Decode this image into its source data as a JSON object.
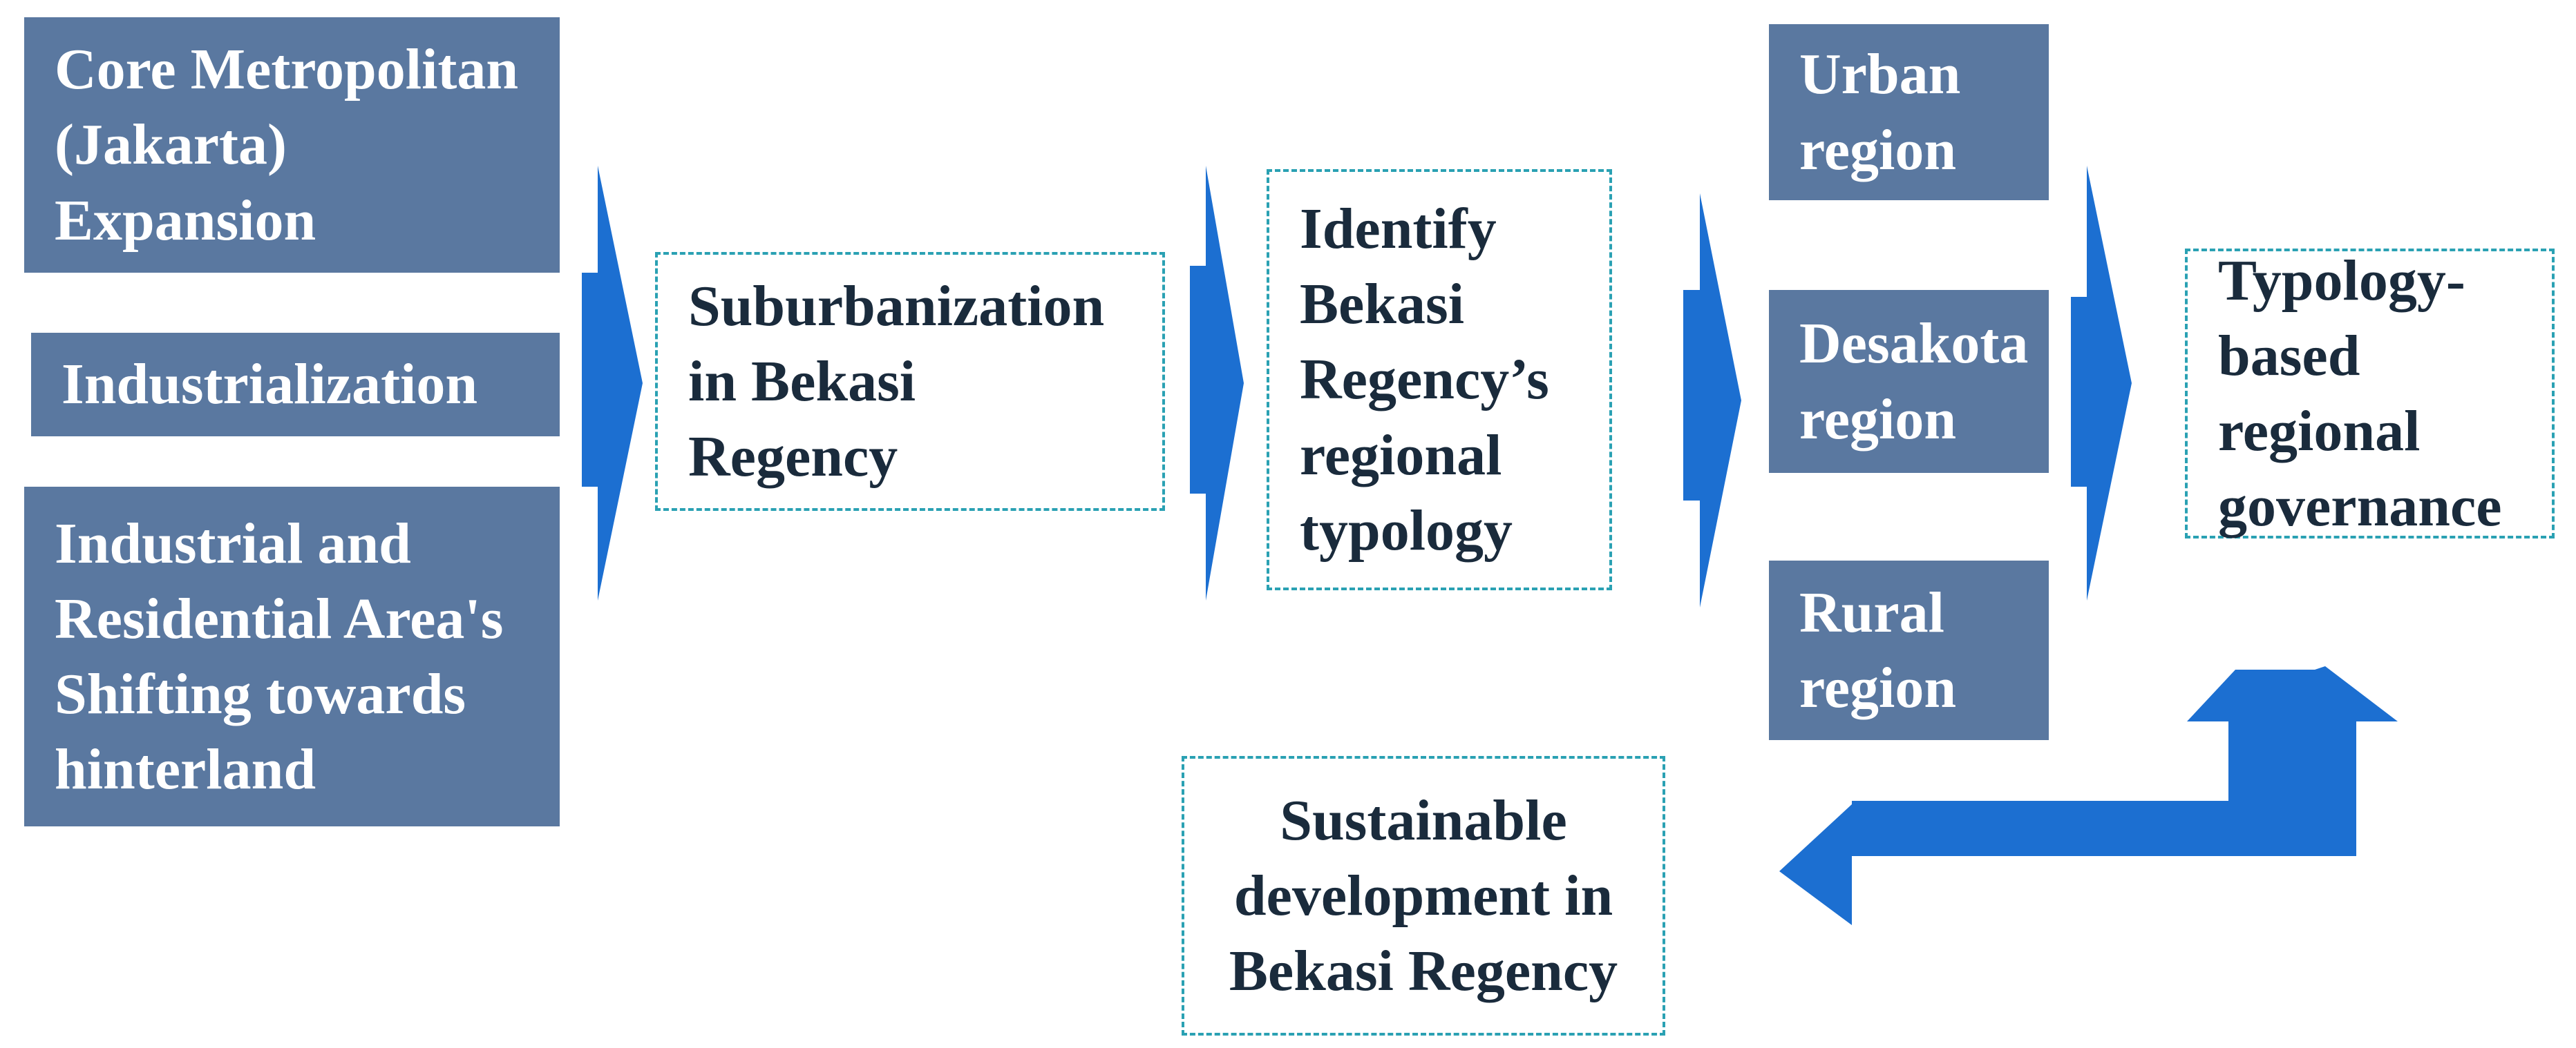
{
  "colors": {
    "solid_box": "#5a78a0",
    "dashed_border": "#2aa1b3",
    "arrow": "#1c6fd1",
    "text_dark": "#1a2b3c"
  },
  "drivers": {
    "core_metropolitan": [
      "Core Metropolitan",
      "(Jakarta)",
      "Expansion"
    ],
    "industrialization": [
      "Industrialization"
    ],
    "shifting": [
      "Industrial and",
      "Residential Area's",
      "Shifting towards",
      "hinterland"
    ]
  },
  "suburbanization": [
    "Suburbanization",
    "in Bekasi",
    "Regency"
  ],
  "identify": [
    "Identify",
    "Bekasi",
    "Regency’s",
    "regional",
    "typology"
  ],
  "regions": {
    "urban": [
      "Urban",
      "region"
    ],
    "desakota": [
      "Desakota",
      "region"
    ],
    "rural": [
      "Rural",
      "region"
    ]
  },
  "governance": [
    "Typology-",
    "based",
    "regional",
    "governance"
  ],
  "sustainable": [
    "Sustainable",
    "development in",
    "Bekasi Regency"
  ]
}
